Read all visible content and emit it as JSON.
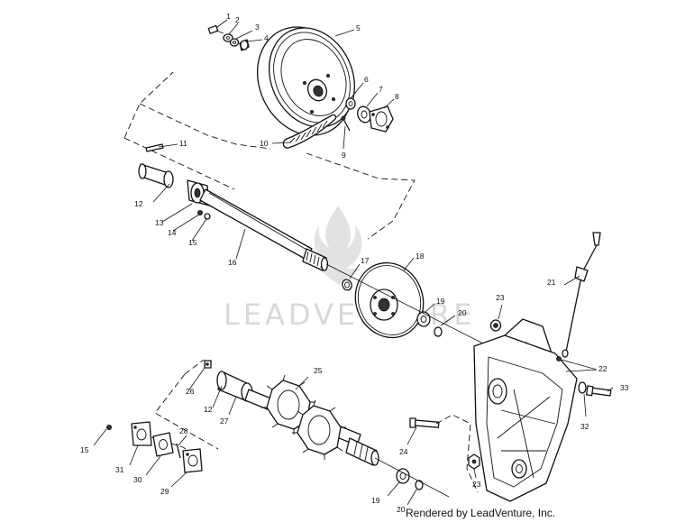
{
  "watermark": {
    "text": "LEADVENTURE"
  },
  "footer": {
    "text": "Rendered by LeadVenture, Inc."
  },
  "callouts": {
    "c1": "1",
    "c2": "2",
    "c3": "3",
    "c4": "4",
    "c5": "5",
    "c6": "6",
    "c7": "7",
    "c8": "8",
    "c9": "9",
    "c10": "10",
    "c11": "11",
    "c12a": "12",
    "c13": "13",
    "c14": "14",
    "c15a": "15",
    "c16": "16",
    "c17": "17",
    "c18": "18",
    "c19a": "19",
    "c20a": "20",
    "c21": "21",
    "c22": "22",
    "c23a": "23",
    "c23b": "23",
    "c24": "24",
    "c25": "25",
    "c26": "26",
    "c12b": "12",
    "c27": "27",
    "c28": "28",
    "c15b": "15",
    "c31": "31",
    "c30": "30",
    "c29": "29",
    "c19b": "19",
    "c20b": "20",
    "c32": "32",
    "c33": "33"
  }
}
